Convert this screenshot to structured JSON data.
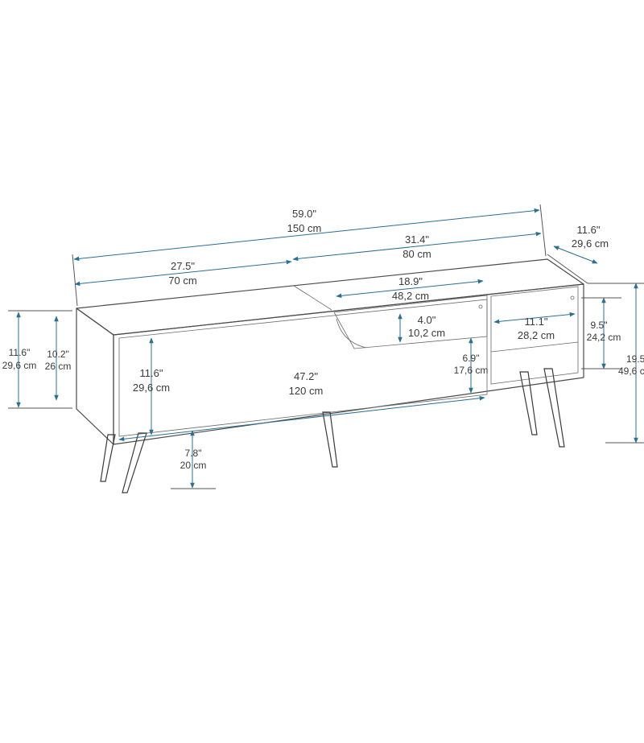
{
  "colors": {
    "dimension_line": "#2b6f93",
    "outline": "#4a4a4a",
    "text": "#3a3a3a",
    "background": "#ffffff"
  },
  "dimensions": {
    "total_width": {
      "imperial": "59.0\"",
      "metric": "150 cm"
    },
    "right_width": {
      "imperial": "31.4\"",
      "metric": "80 cm"
    },
    "left_width": {
      "imperial": "27.5\"",
      "metric": "70 cm"
    },
    "depth": {
      "imperial": "11.6\"",
      "metric": "29,6 cm"
    },
    "shelf_width": {
      "imperial": "18.9\"",
      "metric": "48,2 cm"
    },
    "opening_height": {
      "imperial": "4.0\"",
      "metric": "10,2 cm"
    },
    "right_shelf": {
      "imperial": "11.1\"",
      "metric": "28,2 cm"
    },
    "right_opening": {
      "imperial": "9.5\"",
      "metric": "24,2 cm"
    },
    "total_height": {
      "imperial": "19.5",
      "metric": "49,6 c"
    },
    "outer_height": {
      "imperial": "11.6\"",
      "metric": "29,6 cm"
    },
    "inner_height": {
      "imperial": "10.2\"",
      "metric": "26 cm"
    },
    "door_height": {
      "imperial": "11.6\"",
      "metric": "29,6 cm"
    },
    "door_width": {
      "imperial": "47.2\"",
      "metric": "120 cm"
    },
    "drawer_height": {
      "imperial": "6.9\"",
      "metric": "17,6 cm"
    },
    "leg_height": {
      "imperial": "7.8\"",
      "metric": "20 cm"
    }
  }
}
